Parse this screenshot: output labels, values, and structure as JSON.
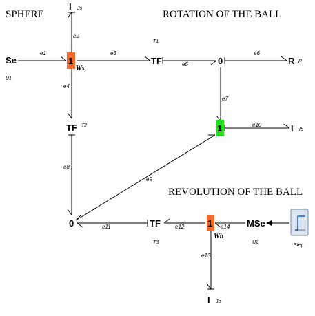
{
  "titles": {
    "sphere": "SPHERE",
    "rotation": "ROTATION OF THE BALL",
    "revolution": "REVOLUTION OF THE BALL"
  },
  "elements": {
    "se": "Se",
    "u1": "U1",
    "ws_junction": "1",
    "ws_label": "Ws",
    "js_i": "I",
    "js_param": "Js",
    "tf_t1": "TF",
    "t1_label": "T1",
    "zero_top": "0",
    "r": "R",
    "r_param": "R",
    "tf_t2": "TF",
    "t2_label": "T2",
    "green_junction": "1",
    "ib_i": "I",
    "ib_param": "Ib",
    "zero_bottom": "0",
    "tf_t3": "TF",
    "t3_label": "T3",
    "wb_junction": "1",
    "wb_label": "Wb",
    "mse": "MSe",
    "u2": "U2",
    "step_label": "Step",
    "jb_i": "I",
    "jb_param": "Jb"
  },
  "bonds": {
    "e1": "e1",
    "e2": "e2",
    "e3": "e3",
    "e4": "e4",
    "e5": "e5",
    "e6": "e6",
    "e7": "e7",
    "e8": "e8",
    "e9": "e9",
    "e10": "e10",
    "e11": "e11",
    "e12": "e12",
    "e13": "e13",
    "e14": "e14"
  },
  "colors": {
    "orange_junction": "#f26a2a",
    "green_junction": "#22dd22",
    "step_block_fill": "#dce6f2",
    "step_signal": "#1f5fbf"
  }
}
